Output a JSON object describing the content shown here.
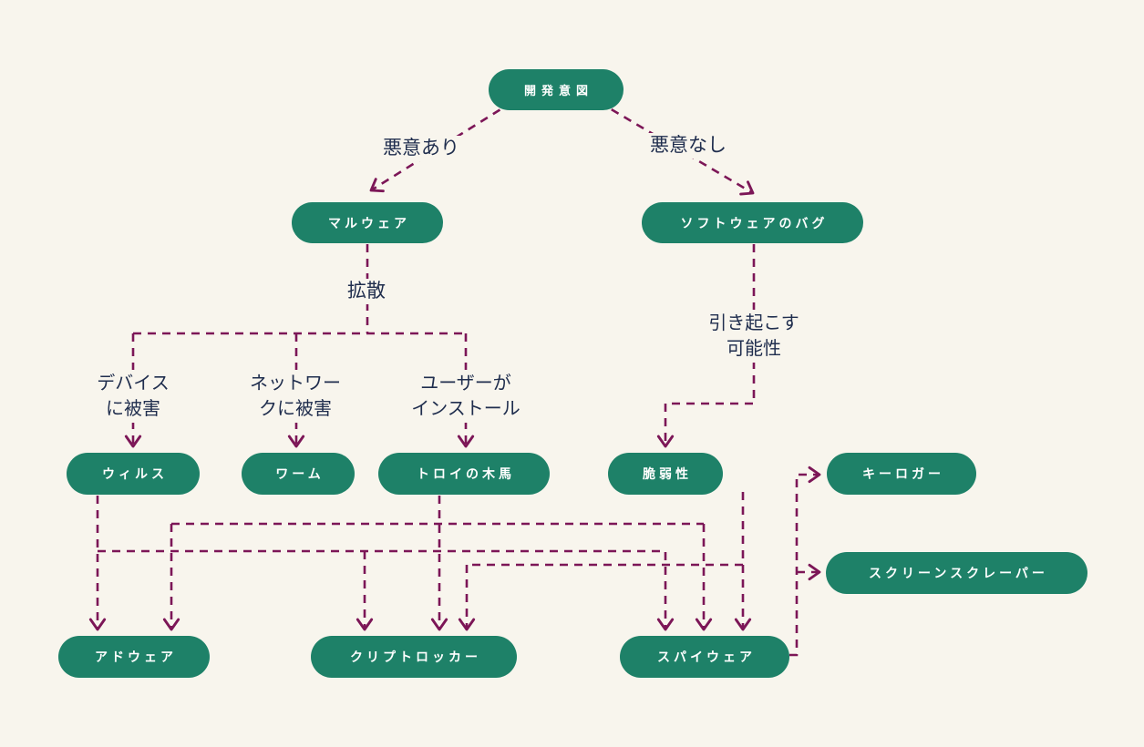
{
  "diagram": {
    "description": "Malware classification flowchart (Japanese)",
    "colors": {
      "background": "#f8f5ed",
      "node_fill": "#1e8168",
      "node_text": "#ffffff",
      "connector": "#7c1657",
      "label_text": "#202e4e"
    },
    "nodes": {
      "intent": "開発意図",
      "malware": "マルウェア",
      "software_bug": "ソフトウェアのバグ",
      "virus": "ウィルス",
      "worm": "ワーム",
      "trojan": "トロイの木馬",
      "vulnerability": "脆弱性",
      "keylogger": "キーロガー",
      "screen_scraper": "スクリーンスクレーパー",
      "adware": "アドウェア",
      "cryptolocker": "クリプトロッカー",
      "spyware": "スパイウェア"
    },
    "labels": {
      "malicious": "悪意あり",
      "benign": "悪意なし",
      "spread": "拡散",
      "device_damage": [
        "デバイス",
        "に被害"
      ],
      "network_damage": [
        "ネットワー",
        "クに被害"
      ],
      "user_install": [
        "ユーザーが",
        "インストール"
      ],
      "may_cause": [
        "引き起こす",
        "可能性"
      ]
    },
    "edges": [
      {
        "from": "intent",
        "to": "malware",
        "label": "悪意あり"
      },
      {
        "from": "intent",
        "to": "software_bug",
        "label": "悪意なし"
      },
      {
        "from": "malware",
        "to": "virus",
        "label": "拡散 / デバイスに被害"
      },
      {
        "from": "malware",
        "to": "worm",
        "label": "拡散 / ネットワークに被害"
      },
      {
        "from": "malware",
        "to": "trojan",
        "label": "拡散 / ユーザーがインストール"
      },
      {
        "from": "software_bug",
        "to": "vulnerability",
        "label": "引き起こす可能性"
      },
      {
        "from": "virus",
        "to": "adware",
        "label": ""
      },
      {
        "from": "virus",
        "to": "cryptolocker",
        "label": ""
      },
      {
        "from": "virus",
        "to": "spyware",
        "label": ""
      },
      {
        "from": "trojan",
        "to": "adware",
        "label": ""
      },
      {
        "from": "trojan",
        "to": "cryptolocker",
        "label": ""
      },
      {
        "from": "trojan",
        "to": "spyware",
        "label": ""
      },
      {
        "from": "vulnerability",
        "to": "cryptolocker",
        "label": ""
      },
      {
        "from": "vulnerability",
        "to": "spyware",
        "label": ""
      },
      {
        "from": "spyware",
        "to": "keylogger",
        "label": ""
      },
      {
        "from": "spyware",
        "to": "screen_scraper",
        "label": ""
      }
    ]
  }
}
